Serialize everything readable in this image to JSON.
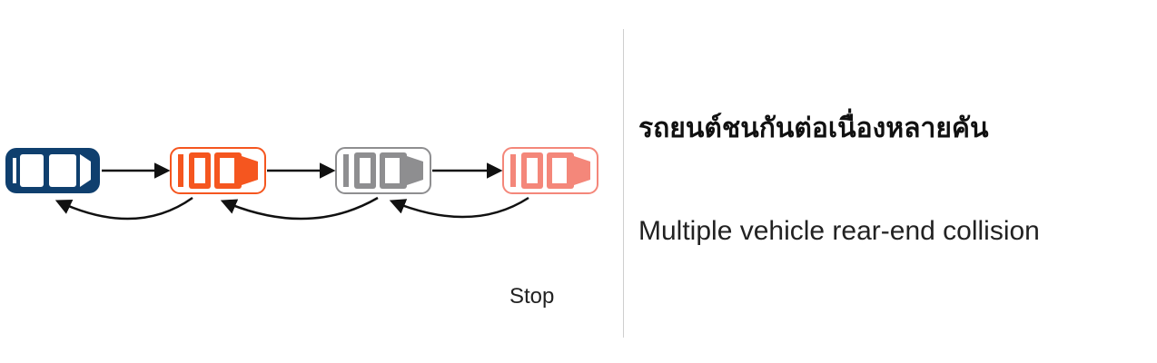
{
  "title_th": "รถยนต์ชนกันต่อเนื่องหลายคัน",
  "title_en": "Multiple vehicle rear-end collision",
  "stop_label": "Stop",
  "vehicles": [
    {
      "id": "lead",
      "color": "#0f3f6e"
    },
    {
      "id": "second",
      "color": "#f5561f"
    },
    {
      "id": "third",
      "color": "#8e8e90"
    },
    {
      "id": "fourth",
      "color": "#f4877a"
    }
  ],
  "colors": {
    "arrow": "#111111",
    "divider": "#cfcfcf"
  }
}
